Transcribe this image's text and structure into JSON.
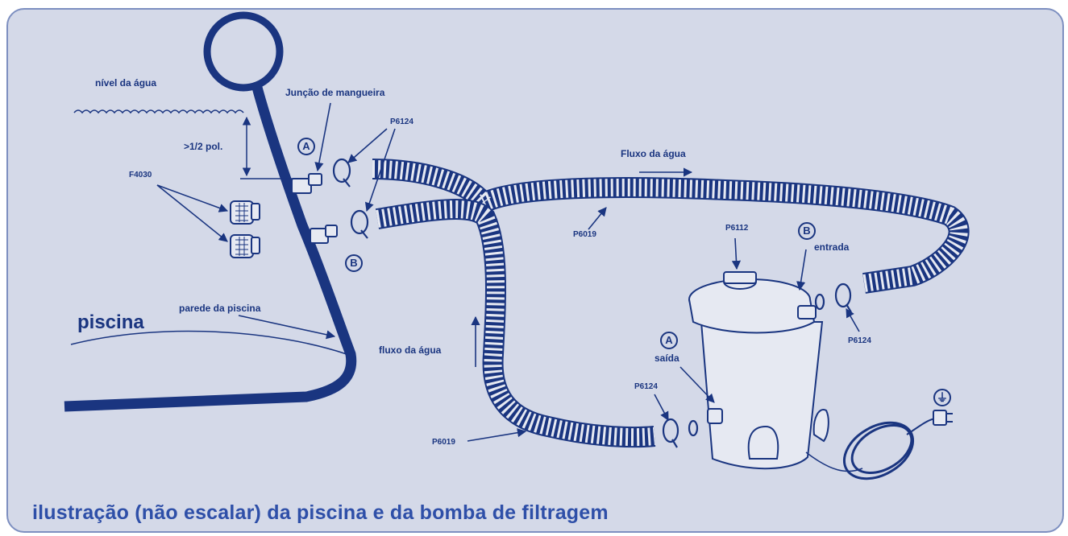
{
  "labels": {
    "water_level": "nível da água",
    "hose_junction": "Junção de mangueira",
    "clamp_top": "P6124",
    "depth": ">1/2 pol.",
    "strainer": "F4030",
    "water_flow_top": "Fluxo da água",
    "hose_top": "P6019",
    "cartridge_cap": "P6112",
    "inlet": "entrada",
    "clamp_right": "P6124",
    "pool": "piscina",
    "pool_wall": "parede da piscina",
    "water_flow_side": "fluxo da água",
    "outlet": "saída",
    "clamp_bottom": "P6124",
    "hose_bottom": "P6019",
    "marker_a": "A",
    "marker_b": "B",
    "ground_symbol": "⏚"
  },
  "caption": "ilustração (não escalar) da piscina e da bomba de filtragem",
  "colors": {
    "background": "#d4d9e8",
    "line": "#1a3580",
    "hose_fill": "#e6e9f2",
    "caption": "#2e4fa8"
  },
  "icons": [
    "ground-icon",
    "pump-icon",
    "clamp-icon",
    "strainer-icon",
    "power-cord-icon",
    "plug-icon"
  ]
}
